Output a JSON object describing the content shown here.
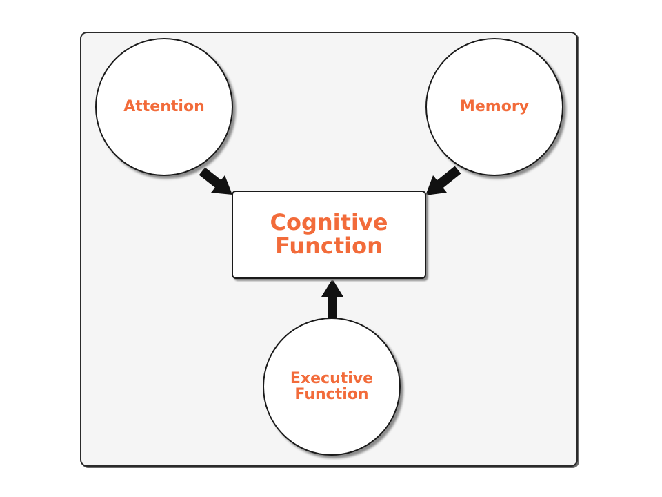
{
  "diagram": {
    "center": {
      "label": "Cognitive\nFunction"
    },
    "inputs": [
      {
        "id": "attention",
        "label": "Attention"
      },
      {
        "id": "memory",
        "label": "Memory"
      },
      {
        "id": "executive",
        "label": "Executive\nFunction"
      }
    ]
  },
  "colors": {
    "label_text": "#f26b3a",
    "arrow": "#111111",
    "panel_background": "#f5f5f5"
  }
}
